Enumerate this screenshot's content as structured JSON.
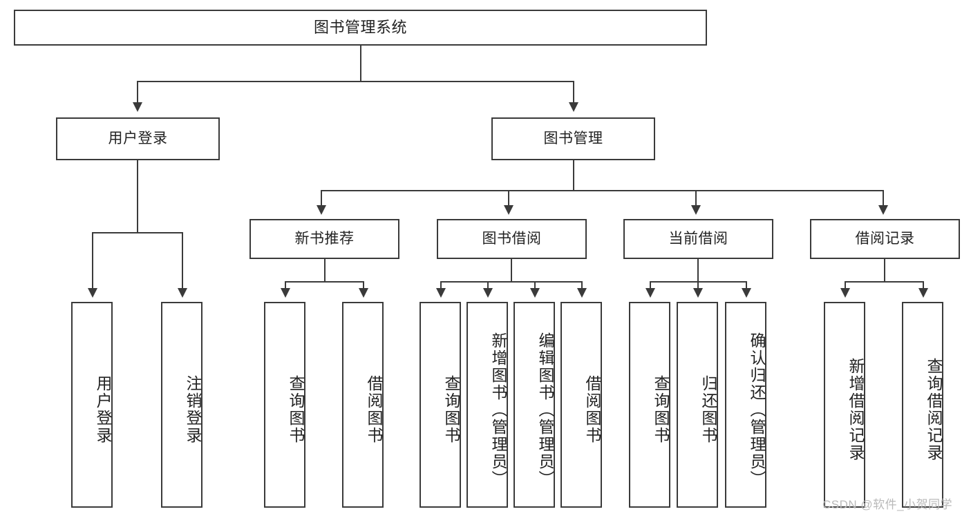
{
  "diagram": {
    "title_node": {
      "label": "图书管理系统"
    },
    "level2": [
      {
        "label": "用户登录"
      },
      {
        "label": "图书管理"
      }
    ],
    "level3": [
      {
        "label": "新书推荐"
      },
      {
        "label": "图书借阅"
      },
      {
        "label": "当前借阅"
      },
      {
        "label": "借阅记录"
      }
    ],
    "leaves": {
      "user_login": [
        {
          "label": "用户登录"
        },
        {
          "label": "注销登录"
        }
      ],
      "new_book_recommend": [
        {
          "label": "查询图书"
        },
        {
          "label": "借阅图书"
        }
      ],
      "book_borrow": [
        {
          "label": "查询图书"
        },
        {
          "label": "新增图书（管理员）"
        },
        {
          "label": "编辑图书（管理员）"
        },
        {
          "label": "借阅图书"
        }
      ],
      "current_borrow": [
        {
          "label": "查询图书"
        },
        {
          "label": "归还图书"
        },
        {
          "label": "确认归还（管理员）"
        }
      ],
      "borrow_record": [
        {
          "label": "新增借阅记录"
        },
        {
          "label": "查询借阅记录"
        }
      ]
    }
  },
  "watermark": {
    "text": "CSDN @软件_小贺同学"
  },
  "colors": {
    "stroke": "#3a3a3a",
    "text": "#222222",
    "background": "#ffffff",
    "watermark": "#b9b9b9"
  }
}
